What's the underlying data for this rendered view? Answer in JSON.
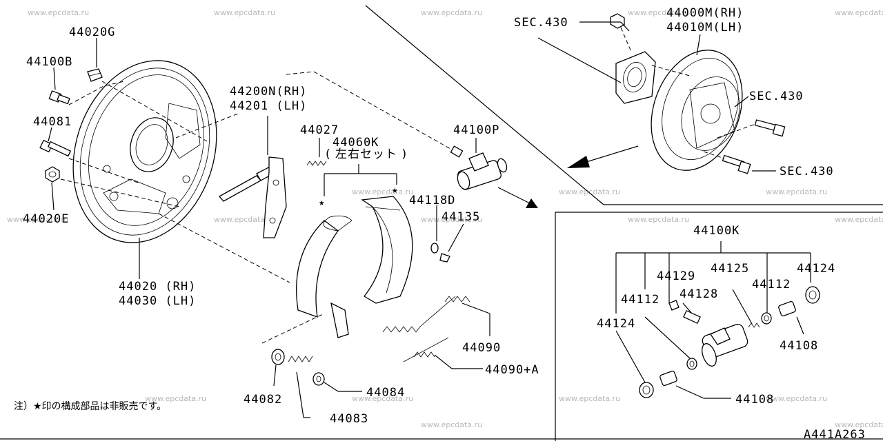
{
  "watermarks": [
    "www.epcdata.ru"
  ],
  "diagram_code": "A441A263",
  "footnote": "注）★印の構成部品は非販売です。",
  "labels": {
    "p44020G": "44020G",
    "p44100B": "44100B",
    "p44081": "44081",
    "p44020E": "44020E",
    "p44020_rh": "44020 (RH)",
    "p44030_lh": "44030 (LH)",
    "p44200N_rh": "44200N(RH)",
    "p44201_lh": "44201  (LH)",
    "p44027": "44027",
    "p44060K": "44060K",
    "p44060K_sub": "( 左右セット )",
    "p44100P": "44100P",
    "p44118D": "44118D",
    "p44135": "44135",
    "p44090": "44090",
    "p44090A": "44090+A",
    "p44082": "44082",
    "p44083": "44083",
    "p44084": "44084",
    "sec430_top": "SEC.430",
    "p44000M_rh": "44000M(RH)",
    "p44010M_lh": "44010M(LH)",
    "sec430_mid": "SEC.430",
    "sec430_bot": "SEC.430",
    "p44100K": "44100K",
    "p44129": "44129",
    "p44125": "44125",
    "p44124_r": "44124",
    "p44112_l": "44112",
    "p44128": "44128",
    "p44112_r": "44112",
    "p44124_l": "44124",
    "p44108_r": "44108",
    "p44108_l": "44108"
  }
}
